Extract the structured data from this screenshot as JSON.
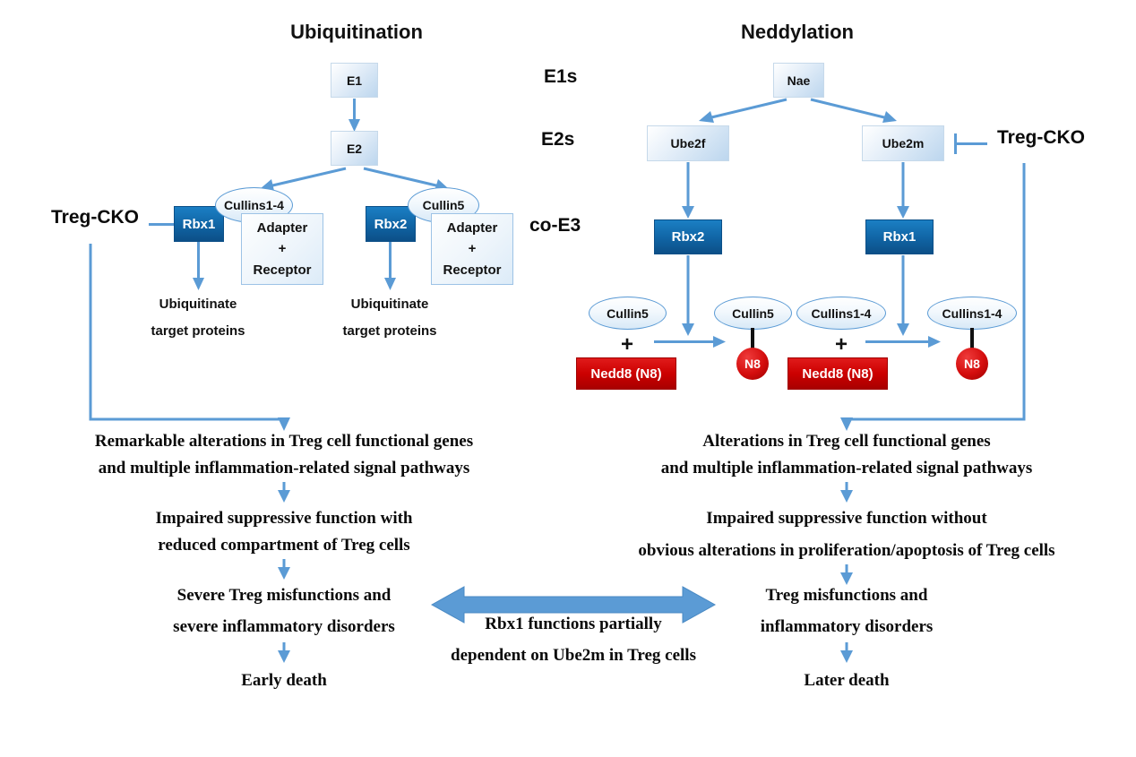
{
  "figure": {
    "type": "pathway-diagram",
    "titles": {
      "left": "Ubiquitination",
      "right": "Neddylation"
    },
    "lane_labels": [
      "E1s",
      "E2s",
      "co-E3"
    ],
    "perturbation_label": "Treg-CKO"
  },
  "ubiquitination": {
    "e1": "E1",
    "e2": "E2",
    "branch_left": {
      "rbx": "Rbx1",
      "cullin": "Cullins1-4",
      "complex_lines": [
        "Adapter",
        "+",
        "Receptor"
      ],
      "output_lines": [
        "Ubiquitinate",
        "target proteins"
      ]
    },
    "branch_right": {
      "rbx": "Rbx2",
      "cullin": "Cullin5",
      "complex_lines": [
        "Adapter",
        "+",
        "Receptor"
      ],
      "output_lines": [
        "Ubiquitinate",
        "target proteins"
      ]
    },
    "outcome": {
      "step1": [
        "Remarkable alterations in Treg cell functional genes",
        "and multiple inflammation-related signal pathways"
      ],
      "step2": [
        "Impaired suppressive function with",
        "reduced compartment of Treg cells"
      ],
      "step3": [
        "Severe Treg misfunctions and",
        "severe inflammatory disorders"
      ],
      "step4": [
        "Early death"
      ]
    }
  },
  "neddylation": {
    "e1": "Nae",
    "branch_left": {
      "e2": "Ube2f",
      "rbx": "Rbx2",
      "substrate_cullin": "Cullin5",
      "nedd8": "Nedd8 (N8)",
      "plus": "+",
      "product_cullin": "Cullin5",
      "product_tag": "N8"
    },
    "branch_right": {
      "e2": "Ube2m",
      "rbx": "Rbx1",
      "substrate_cullin": "Cullins1-4",
      "nedd8": "Nedd8 (N8)",
      "plus": "+",
      "product_cullin": "Cullins1-4",
      "product_tag": "N8"
    },
    "outcome": {
      "step1": [
        "Alterations in Treg cell functional genes",
        "and multiple inflammation-related signal pathways"
      ],
      "step2": [
        "Impaired suppressive function without",
        "obvious alterations in proliferation/apoptosis of Treg cells"
      ],
      "step3": [
        "Treg misfunctions and",
        "inflammatory disorders"
      ],
      "step4": [
        "Later death"
      ]
    }
  },
  "comparison": {
    "lines": [
      "Rbx1 functions partially",
      "dependent on Ube2m in Treg cells"
    ]
  },
  "colors": {
    "connector_blue": "#5b9bd5",
    "node_dark_blue": "#1064a4",
    "node_light_blue": "#dcebf8",
    "nedd8_red": "#cc0000",
    "text_black": "#111111"
  }
}
